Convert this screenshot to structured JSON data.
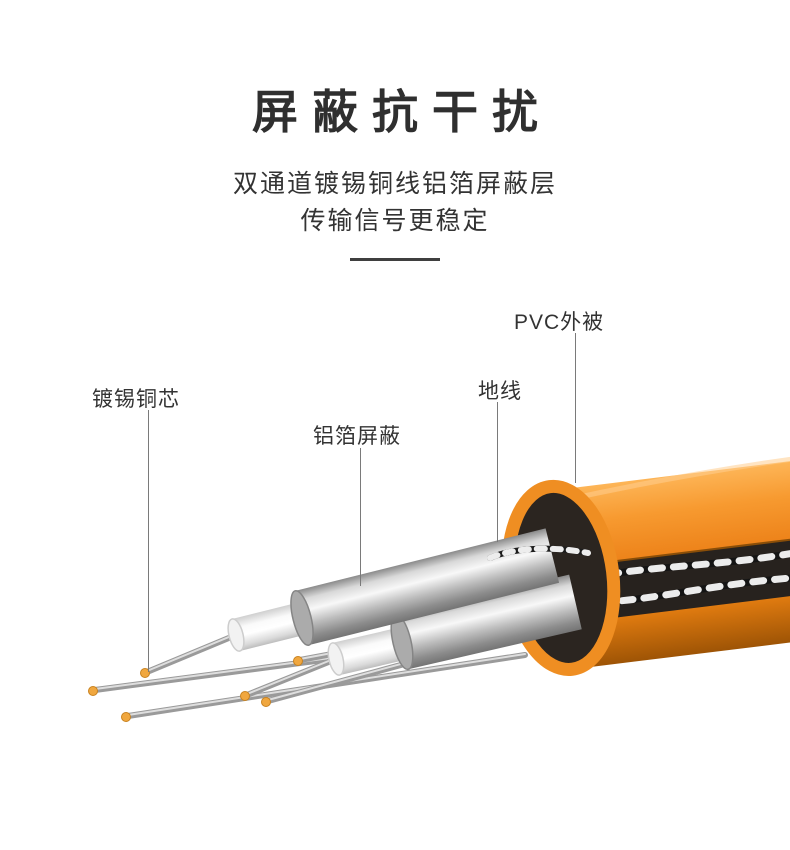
{
  "header": {
    "title": "屏蔽抗干扰",
    "subtitle_line1": "双通道镀锡铜线铝箔屏蔽层",
    "subtitle_line2": "传输信号更稳定"
  },
  "callouts": {
    "pvc_jacket": "PVC外被",
    "ground_wire": "地线",
    "foil_shield": "铝箔屏蔽",
    "tinned_copper_core": "镀锡铜芯"
  },
  "colors": {
    "text": "#333333",
    "jacket_orange": "#F49425",
    "jacket_dark": "#9E5405",
    "foil_silver": "#D9D9D9",
    "copper_tip": "#F0A73F",
    "leader_line": "#7A7A7A"
  }
}
